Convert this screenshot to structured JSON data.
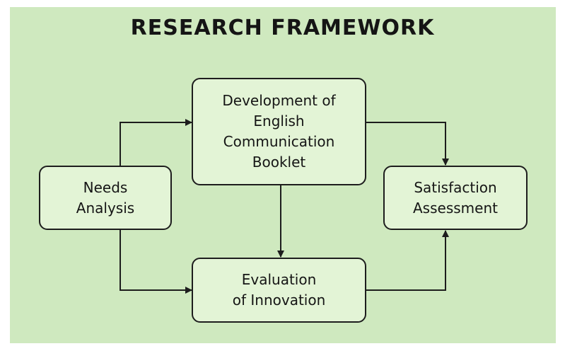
{
  "title": "RESEARCH FRAMEWORK",
  "nodes": {
    "needs": [
      "Needs",
      "Analysis"
    ],
    "development": [
      "Development of",
      "English",
      "Communication",
      "Booklet"
    ],
    "evaluation": [
      "Evaluation",
      "of Innovation"
    ],
    "satisfaction": [
      "Satisfaction",
      "Assessment"
    ]
  }
}
